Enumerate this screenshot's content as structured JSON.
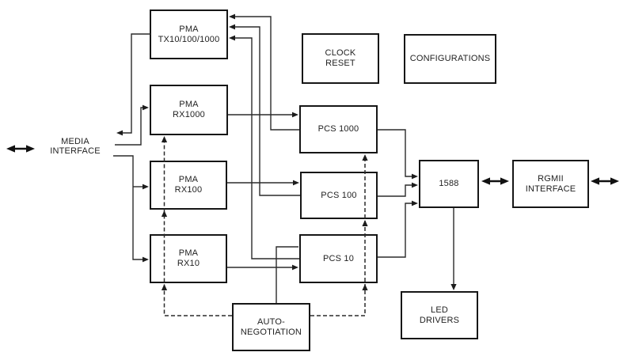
{
  "blocks": {
    "pma_tx": {
      "lines": [
        "PMA",
        "TX10/100/1000"
      ]
    },
    "pma_rx1000": {
      "lines": [
        "PMA",
        "RX1000"
      ]
    },
    "pma_rx100": {
      "lines": [
        "PMA",
        "RX100"
      ]
    },
    "pma_rx10": {
      "lines": [
        "PMA",
        "RX10"
      ]
    },
    "clock_reset": {
      "lines": [
        "CLOCK",
        "RESET"
      ]
    },
    "configurations": {
      "lines": [
        "CONFIGURATIONS"
      ]
    },
    "pcs1000": {
      "lines": [
        "PCS 1000"
      ]
    },
    "pcs100": {
      "lines": [
        "PCS 100"
      ]
    },
    "pcs10": {
      "lines": [
        "PCS 10"
      ]
    },
    "ieee1588": {
      "lines": [
        "1588"
      ]
    },
    "rgmii": {
      "lines": [
        "RGMII",
        "INTERFACE"
      ]
    },
    "led_drivers": {
      "lines": [
        "LED",
        "DRIVERS"
      ]
    },
    "autoneg": {
      "lines": [
        "AUTO-",
        "NEGOTIATION"
      ]
    }
  },
  "labels": {
    "media_interface": {
      "lines": [
        "MEDIA",
        "INTERFACE"
      ]
    }
  },
  "colors": {
    "background": "#ffffff",
    "box_border": "#161616",
    "connector_line": "#2b2b2b",
    "text": "#1f1f1f"
  }
}
